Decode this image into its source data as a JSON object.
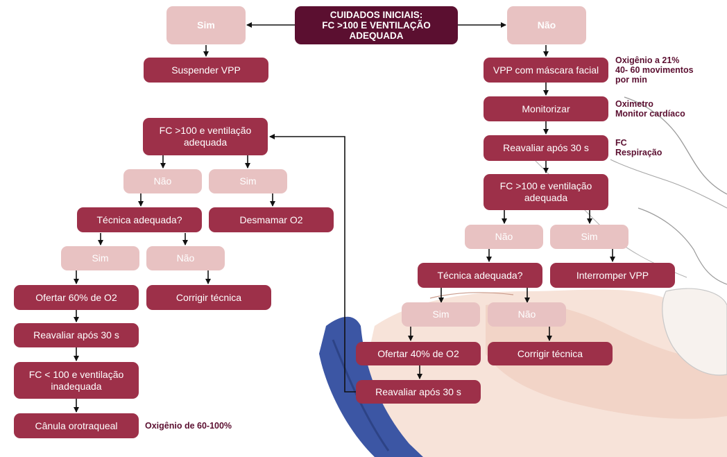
{
  "colors": {
    "dark_box": "#9d3049",
    "light_box": "#e8c2c2",
    "title_box": "#5b0f30",
    "note_text": "#5b0f30",
    "arrow": "#111111"
  },
  "title": {
    "line1": "CUIDADOS INICIAIS:",
    "line2": "FC >100 E VENTILAÇÃO",
    "line3": "ADEQUADA"
  },
  "top": {
    "sim": "Sim",
    "nao": "Não"
  },
  "left": {
    "suspender": "Suspender VPP",
    "fc_check": "FC >100 e ventilação adequada",
    "nao1": "Não",
    "sim1": "Sim",
    "tecnica": "Técnica adequada?",
    "desmamar": "Desmamar O2",
    "sim2": "Sim",
    "nao2": "Não",
    "ofertar": "Ofertar 60% de O2",
    "corrigir": "Corrigir técnica",
    "reavaliar": "Reavaliar após 30 s",
    "fc_inadequada": "FC < 100 e ventilação inadequada",
    "canula": "Cânula orotraqueal",
    "note_canula": "Oxigênio de 60-100%"
  },
  "right": {
    "vpp": "VPP com máscara facial",
    "monitorizar": "Monitorizar",
    "reavaliar1": "Reavaliar após 30 s",
    "fc_check": "FC >100 e ventilação adequada",
    "nao1": "Não",
    "sim1": "Sim",
    "tecnica": "Técnica adequada?",
    "interromper": "Interromper VPP",
    "sim2": "Sim",
    "nao2": "Não",
    "ofertar": "Ofertar 40% de O2",
    "corrigir": "Corrigir técnica",
    "reavaliar2": "Reavaliar após 30 s",
    "note_vpp": [
      "Oxigênio a 21%",
      "40- 60 movimentos",
      "por min"
    ],
    "note_monitor": [
      "Oximetro",
      "Monitor cardíaco"
    ],
    "note_reavaliar": [
      "FC",
      "Respiração"
    ]
  }
}
